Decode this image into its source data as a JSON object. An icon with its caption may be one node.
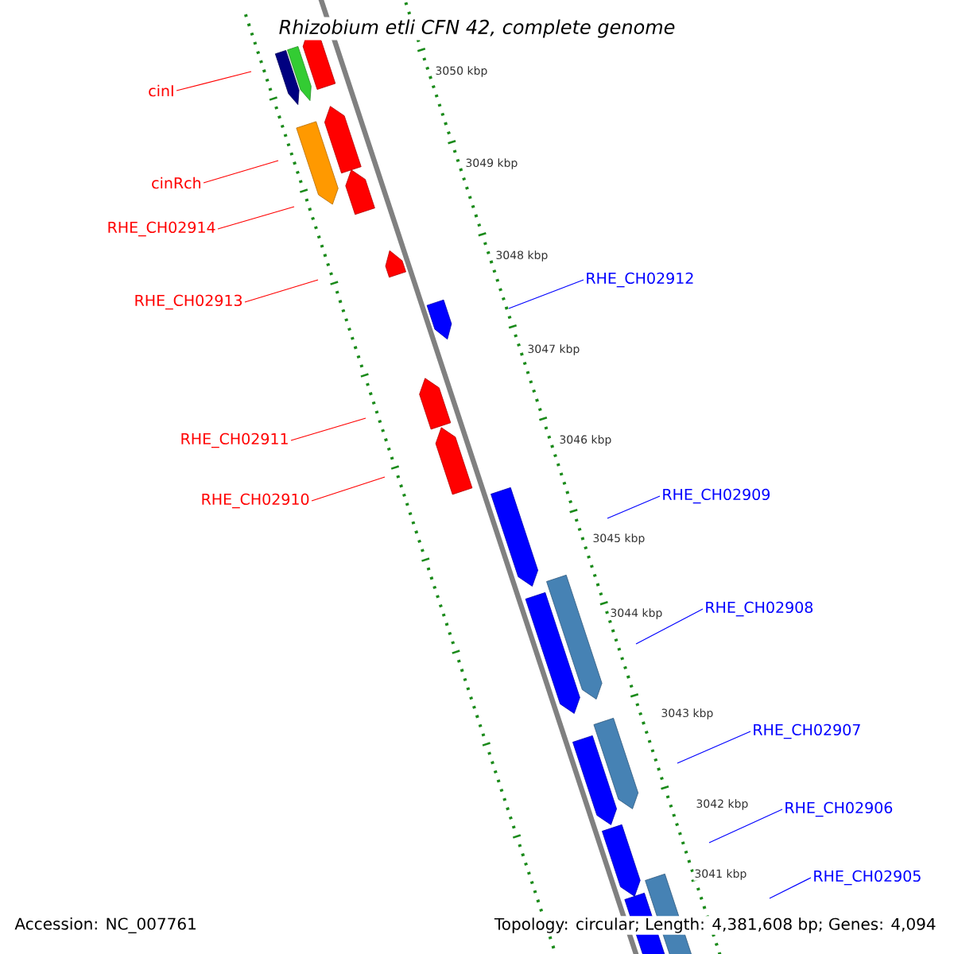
{
  "diagram": {
    "title": "Rhizobium etli CFN 42, complete genome",
    "nodes": [
      {
        "text": [
          "cinI"
        ]
      },
      {
        "text": [
          "cinRch"
        ]
      },
      {
        "text": [
          "RHE_CH02914"
        ]
      },
      {
        "text": [
          "RHE_CH02913"
        ]
      },
      {
        "text": [
          "RHE_CH02912"
        ]
      },
      {
        "text": [
          "RHE_CH02911"
        ]
      },
      {
        "text": [
          "RHE_CH02910"
        ]
      },
      {
        "text": [
          "RHE_CH02909"
        ]
      },
      {
        "text": [
          "RHE_CH02908"
        ]
      },
      {
        "text": [
          "RHE_CH02907"
        ]
      },
      {
        "text": [
          "RHE_CH02906"
        ]
      },
      {
        "text": [
          "RHE_CH02905"
        ]
      }
    ],
    "edges": [
      {
        "from": 0,
        "to": null,
        "arrow": "none"
      },
      {
        "from": 1,
        "to": null,
        "arrow": "none"
      },
      {
        "from": 2,
        "to": null,
        "arrow": "none"
      },
      {
        "from": 3,
        "to": null,
        "arrow": "none"
      },
      {
        "from": 4,
        "to": null,
        "arrow": "none",
        "color": "#0000ff"
      },
      {
        "from": 5,
        "to": null,
        "arrow": "none"
      },
      {
        "from": 6,
        "to": null,
        "arrow": "none"
      },
      {
        "from": 7,
        "to": null,
        "arrow": "none",
        "color": "#0000ff"
      },
      {
        "from": 8,
        "to": null,
        "arrow": "none",
        "color": "#0000ff"
      },
      {
        "from": 9,
        "to": null,
        "arrow": "none",
        "color": "#0000ff"
      },
      {
        "from": 10,
        "to": null,
        "arrow": "none",
        "color": "#0000ff"
      },
      {
        "from": 11,
        "to": null,
        "arrow": "none",
        "color": "#0000ff"
      }
    ],
    "labels": [
      "3050 kbp",
      "3049 kbp",
      "3048 kbp",
      "3047 kbp",
      "3046 kbp",
      "3045 kbp",
      "3044 kbp",
      "3043 kbp",
      "3042 kbp",
      "3041 kbp",
      "Accession: NC_007761",
      "Topology: circular; Length: 4,381,608 bp; Genes: 4,094"
    ]
  }
}
